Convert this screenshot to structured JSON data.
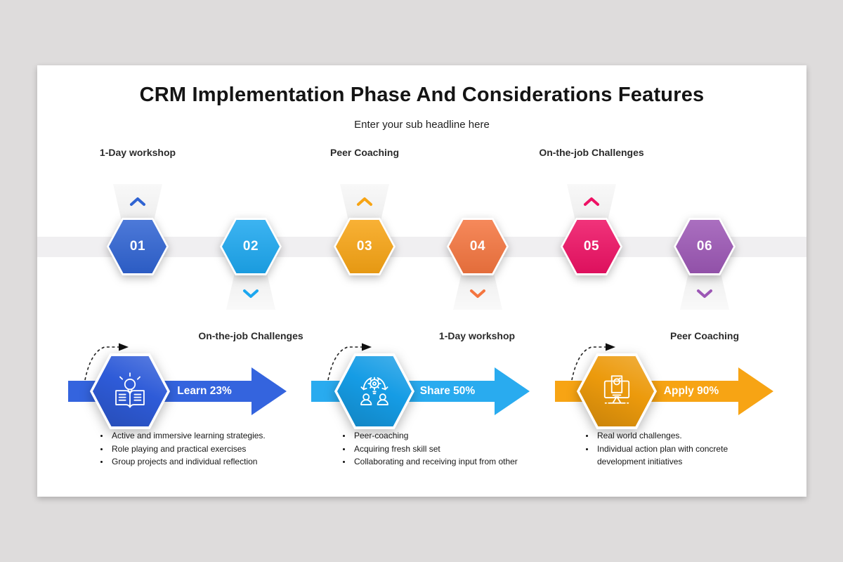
{
  "header": {
    "title": "CRM Implementation Phase And Considerations Features",
    "subtitle": "Enter your sub headline here"
  },
  "timeline": {
    "steps": [
      {
        "number": "01",
        "label": "1-Day workshop",
        "color": "#2F63D2",
        "indicator": "up"
      },
      {
        "number": "02",
        "label": "",
        "color": "#1CA7EF",
        "indicator": "down"
      },
      {
        "number": "03",
        "label": "Peer Coaching",
        "color": "#F7A414",
        "indicator": "up"
      },
      {
        "number": "04",
        "label": "",
        "color": "#F4753F",
        "indicator": "down"
      },
      {
        "number": "05",
        "label": "On-the-job Challenges",
        "color": "#EE1164",
        "indicator": "up"
      },
      {
        "number": "06",
        "label": "",
        "color": "#9C57B5",
        "indicator": "down"
      }
    ]
  },
  "groups": [
    {
      "header": "On-the-job Challenges",
      "metric_label": "Learn 23%",
      "hex_color": "#2E5BD8",
      "arrow_color": "#3464DE",
      "icon": "book-lightbulb-icon",
      "bullets": [
        "Active and immersive learning strategies.",
        "Role playing and practical exercises",
        "Group projects and individual reflection"
      ]
    },
    {
      "header": "1-Day workshop",
      "metric_label": "Share 50%",
      "hex_color": "#159CE5",
      "arrow_color": "#29ABEF",
      "icon": "team-gear-icon",
      "bullets": [
        "Peer-coaching",
        "Acquiring fresh skill set",
        "Collaborating and receiving input from other"
      ]
    },
    {
      "header": "Peer Coaching",
      "metric_label": "Apply 90%",
      "hex_color": "#EC9A0C",
      "arrow_color": "#F7A414",
      "icon": "monitor-chart-icon",
      "bullets": [
        "Real world challenges.",
        "Individual action plan with concrete development initiatives"
      ]
    }
  ]
}
